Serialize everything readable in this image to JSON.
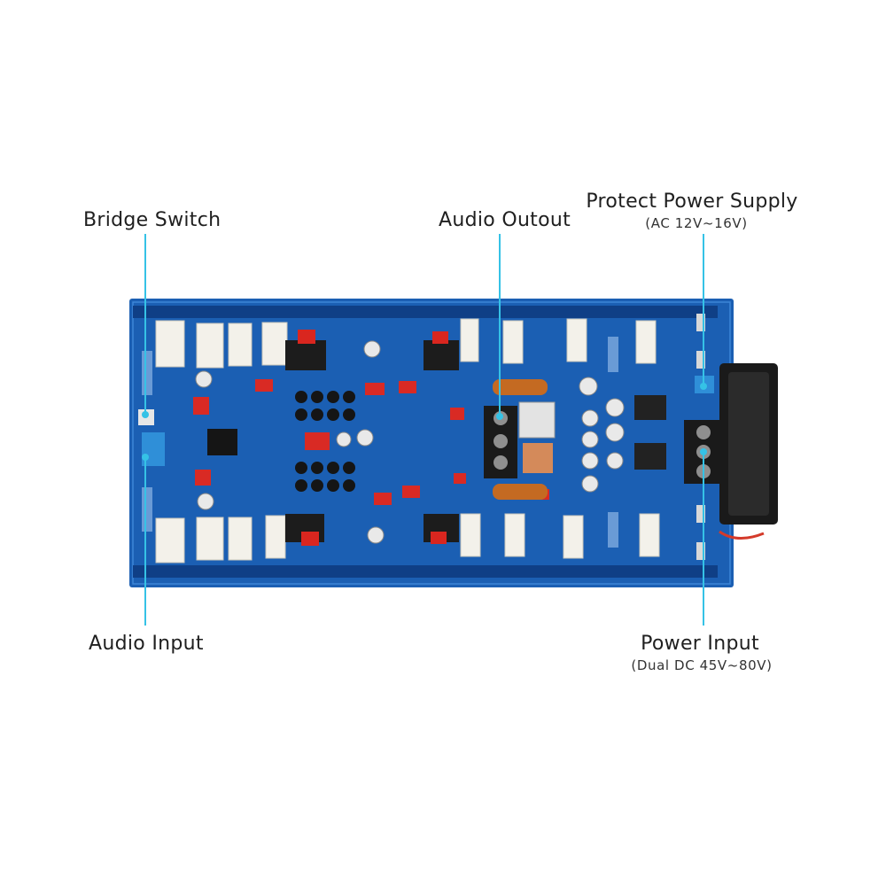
{
  "callouts": {
    "bridge_switch": {
      "title": "Bridge Switch"
    },
    "audio_output": {
      "title": "Audio Outout"
    },
    "protect_power_supply": {
      "title": "Protect Power Supply",
      "subtitle": "(AC 12V~16V)"
    },
    "audio_input": {
      "title": "Audio Input"
    },
    "power_input": {
      "title": "Power Input",
      "subtitle": "(Dual DC 45V~80V)"
    }
  },
  "colors": {
    "leader_line": "#35c2e6",
    "pcb_blue": "#1b5fb3",
    "fan": "#1a1a1a"
  }
}
